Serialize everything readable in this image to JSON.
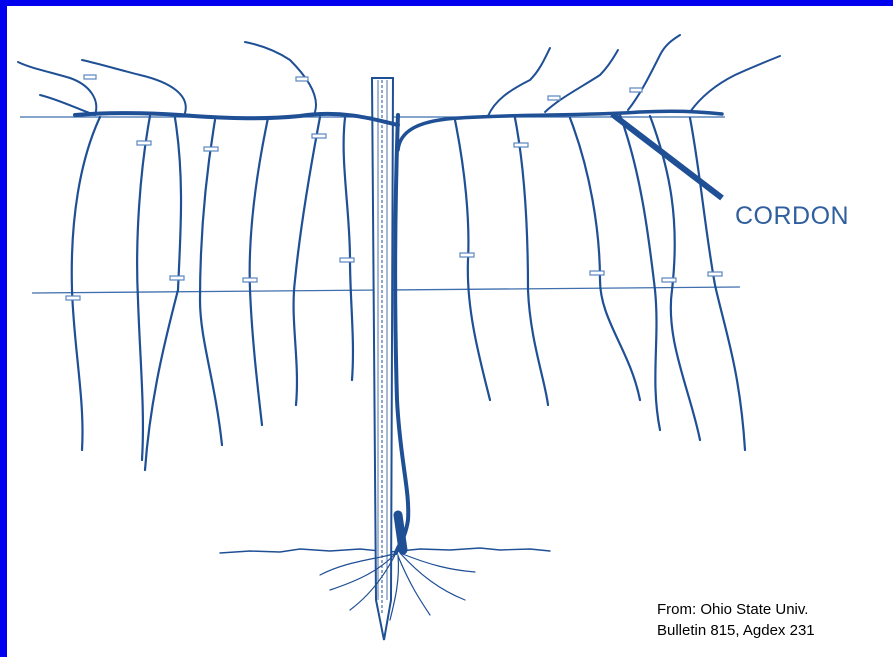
{
  "diagram": {
    "label": "CORDON",
    "credit_line1": "From: Ohio State Univ.",
    "credit_line2": "Bulletin 815, Agdex 231",
    "colors": {
      "border": "#0000ee",
      "background": "#ffffff",
      "vine": "#1f4f95",
      "label": "#2f5f9e"
    }
  }
}
